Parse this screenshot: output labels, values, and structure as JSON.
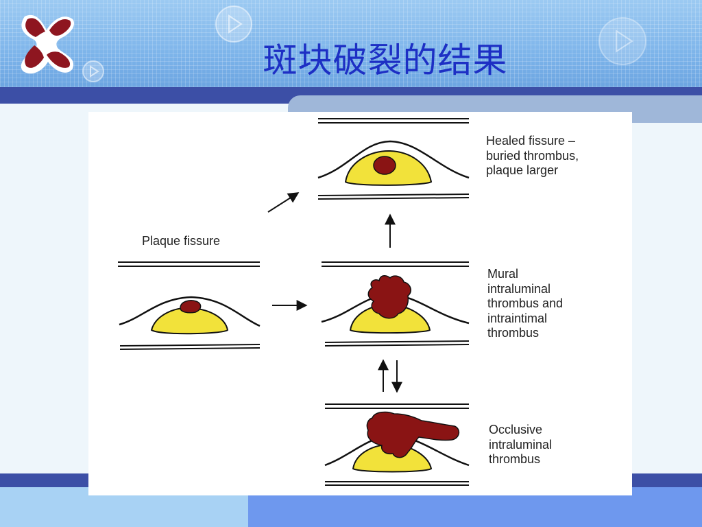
{
  "slide": {
    "title": "斑块破裂的结果"
  },
  "diagram": {
    "labels": {
      "plaque_fissure": "Plaque fissure",
      "healed": "Healed fissure –\nburied thrombus,\nplaque larger",
      "mural": "Mural\nintraluminal\nthrombus and\nintraintimal\nthrombus",
      "occlusive": "Occlusive\nintraluminal\nthrombus"
    },
    "colors": {
      "plaque": "#f2e23a",
      "thrombus": "#8a1414",
      "outline": "#111111"
    }
  },
  "theme": {
    "header_blue": "#7db4ea",
    "band_dark": "#3c4fa6",
    "title_color": "#1d2fc4"
  }
}
